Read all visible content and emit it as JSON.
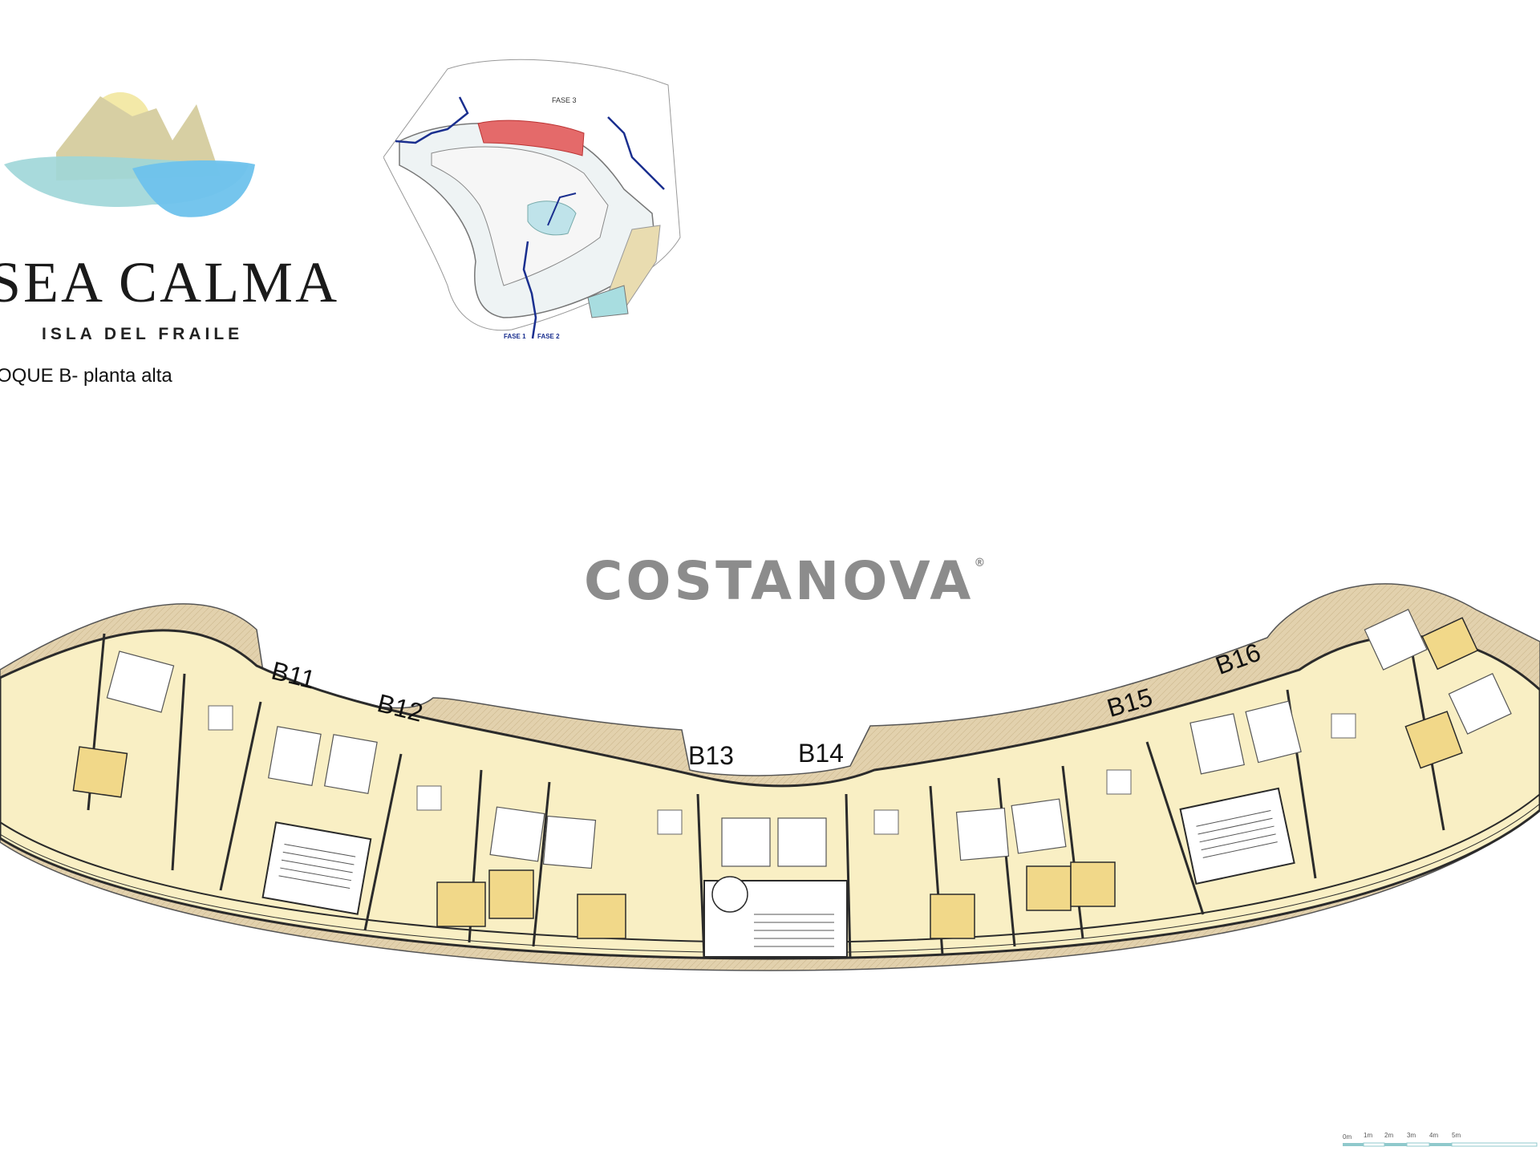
{
  "brand": {
    "title": "SEA CALMA",
    "subtitle": "ISLA DEL FRAILE",
    "caption": "OQUE B- planta alta"
  },
  "site_map": {
    "labels": [
      "FASE 3",
      "FASE 1",
      "FASE 2"
    ]
  },
  "watermark": {
    "text": "COSTANOVA",
    "mark": "®"
  },
  "floorplan": {
    "units": [
      "B11",
      "B12",
      "B13",
      "B14",
      "B15",
      "B16"
    ]
  },
  "scale": {
    "ticks": [
      "0m",
      "1m",
      "2m",
      "3m",
      "4m",
      "5m"
    ]
  },
  "colors": {
    "unit_fill": "#f9efc4",
    "bath_fill": "#f1d889",
    "terrace_fill": "#e2d1ad",
    "wall": "#2b2b2b",
    "route": "#1a2f8f",
    "highlight": "#e46a6a",
    "logo_sand": "#d7cfa3",
    "logo_sun": "#f3e9a8",
    "logo_teal": "#9ed6d8",
    "logo_blue": "#6ec2ec"
  }
}
